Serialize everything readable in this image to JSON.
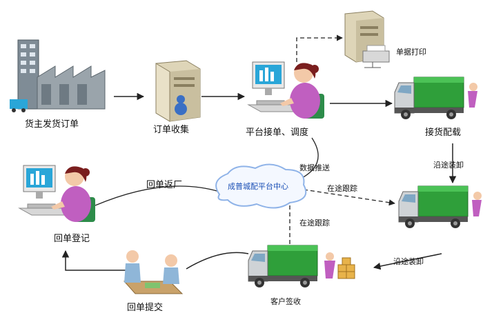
{
  "nodes": {
    "shipper": "货主发货订单",
    "order_collect": "订单收集",
    "platform": "平台接单、调度",
    "print": "单据打印",
    "pickup": "接货配载",
    "receipt_register": "回单登记",
    "receipt_submit": "回单提交",
    "customer_sign": "客户签收",
    "center": "成普城配平台中心"
  },
  "edges": {
    "data_push": "数据推送",
    "load_unload_1": "沿途装卸",
    "load_unload_2": "沿途装卸",
    "tracking_1": "在途跟踪",
    "tracking_2": "在途跟踪",
    "receipt_return": "回单返厂"
  },
  "colors": {
    "truck_cargo": "#2f9f3a",
    "truck_cab": "#cfd3d6",
    "person_shirt": "#c05fc0",
    "monitor_screen": "#2aa6d8",
    "cloud_border": "#8fb3e8",
    "center_text": "#1a4fb5"
  }
}
